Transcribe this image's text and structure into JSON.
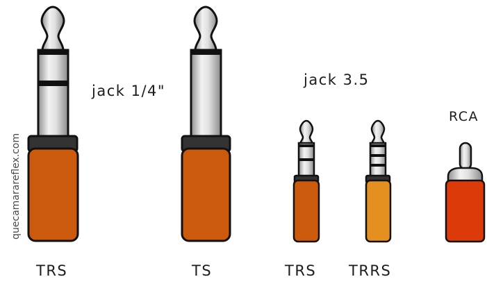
{
  "watermark": "quecamarareflex.com",
  "group_labels": {
    "jack_quarter": "jack 1/4\"",
    "jack_35": "jack 3.5",
    "rca": "RCA"
  },
  "connectors": [
    {
      "id": "trs-quarter",
      "label": "TRS"
    },
    {
      "id": "ts-quarter",
      "label": "TS"
    },
    {
      "id": "trs-35",
      "label": "TRS"
    },
    {
      "id": "trrs-35",
      "label": "TRRS"
    }
  ],
  "colors": {
    "body_orange": "#cc5a0c",
    "body_yellow_orange": "#e39020",
    "body_red": "#dd3a0a",
    "collar": "#333333",
    "metal_light": "#e6e6e6",
    "metal_dark": "#8f8f8f",
    "ring": "#111111"
  }
}
